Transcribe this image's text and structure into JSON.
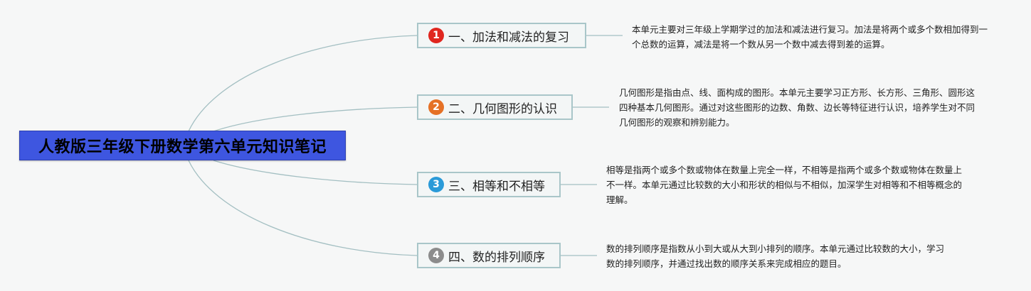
{
  "root": {
    "title": "人教版三年级下册数学第六单元知识笔记",
    "color": "#3e56e0"
  },
  "topics": [
    {
      "marker": "1",
      "marker_color": "#e0271f",
      "label": "一、加法和减法的复习",
      "note": "本单元主要对三年级上学期学过的加法和减法进行复习。加法是将两个或多个数相加得到一个总数的运算，减法是将一个数从另一个数中减去得到差的运算。"
    },
    {
      "marker": "2",
      "marker_color": "#e57126",
      "label": "二、几何图形的认识",
      "note": "几何图形是指由点、线、面构成的图形。本单元主要学习正方形、长方形、三角形、圆形这四种基本几何图形。通过对这些图形的边数、角数、边长等特征进行认识，培养学生对不同几何图形的观察和辨别能力。"
    },
    {
      "marker": "3",
      "marker_color": "#2a9ad8",
      "label": "三、相等和不相等",
      "note": "相等是指两个或多个数或物体在数量上完全一样，不相等是指两个或多个数或物体在数量上不一样。本单元通过比较数的大小和形状的相似与不相似，加深学生对相等和不相等概念的理解。"
    },
    {
      "marker": "4",
      "marker_color": "#8c8c8c",
      "label": "四、数的排列顺序",
      "note": "数的排列顺序是指数从小到大或从大到小排列的顺序。本单元通过比较数的大小，学习数的排列顺序，并通过找出数的顺序关系来完成相应的题目。"
    }
  ],
  "colors": {
    "connector": "#a3bfc2",
    "topic_border": "#a9c6c9"
  }
}
